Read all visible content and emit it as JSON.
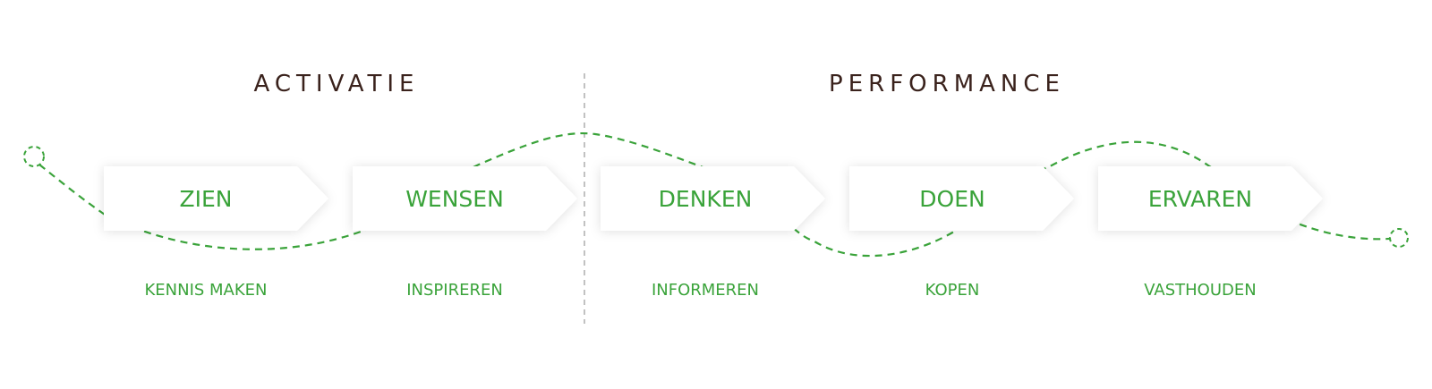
{
  "phases": [
    {
      "title": "ACTIVATIE"
    },
    {
      "title": "PERFORMANCE"
    }
  ],
  "steps": [
    {
      "label": "ZIEN",
      "sublabel": "KENNIS MAKEN"
    },
    {
      "label": "WENSEN",
      "sublabel": "INSPIREREN"
    },
    {
      "label": "DENKEN",
      "sublabel": "INFORMEREN"
    },
    {
      "label": "DOEN",
      "sublabel": "KOPEN"
    },
    {
      "label": "ERVAREN",
      "sublabel": "VASTHOUDEN"
    }
  ],
  "colors": {
    "accent_green": "#3aa33a",
    "title_brown": "#3a221c",
    "divider_gray": "#9a9a9a",
    "card_fill": "#ffffff"
  }
}
